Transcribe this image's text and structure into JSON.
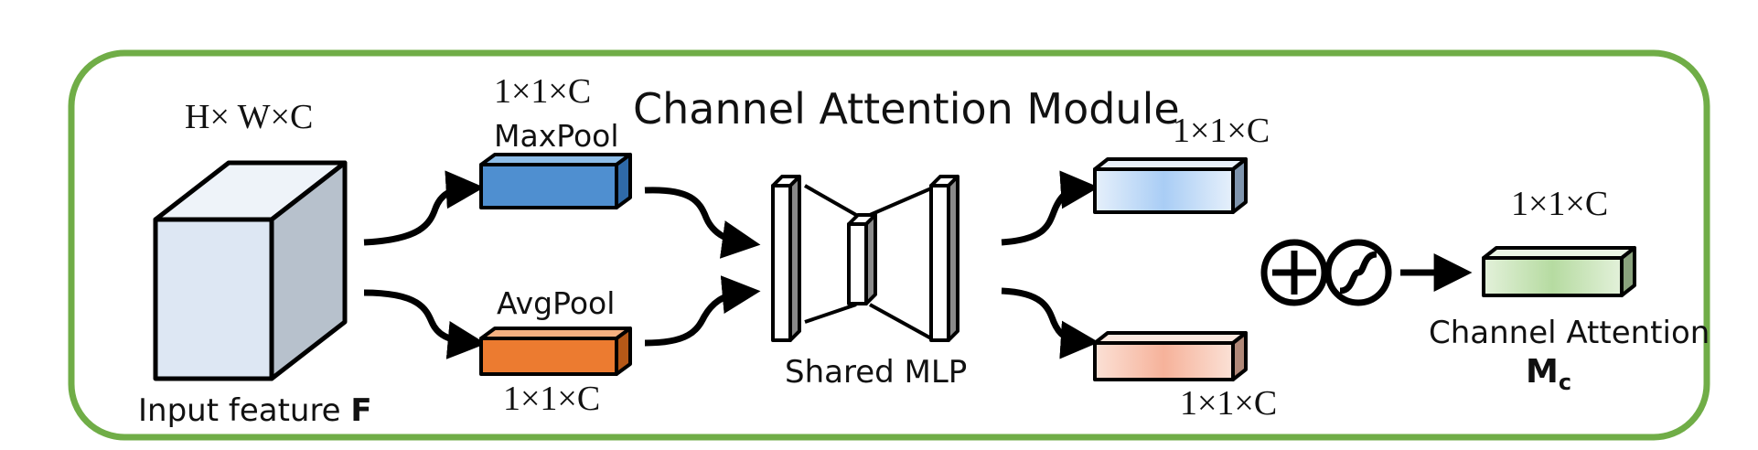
{
  "title": "Channel Attention Module",
  "input": {
    "dims": "H× W×C",
    "label": "Input feature ",
    "label_symbol": "F"
  },
  "maxpool": {
    "dims": "1×1×C",
    "label": "MaxPool"
  },
  "avgpool": {
    "dims": "1×1×C",
    "label": "AvgPool"
  },
  "mlp": {
    "label": "Shared MLP"
  },
  "mlp_output_top": {
    "dims": "1×1×C"
  },
  "mlp_output_bottom": {
    "dims": "1×1×C"
  },
  "output": {
    "dims": "1×1×C",
    "label": "Channel Attention",
    "symbol": "M",
    "symbol_subscript": "c"
  },
  "operators": {
    "sum_icon": "plus-in-circle",
    "sigmoid_icon": "sigmoid-in-circle"
  },
  "colors": {
    "frame": "#70ad47",
    "input_cube": "#dde7f3",
    "maxpool": "#4f8fd0",
    "avgpool": "#ec7b30",
    "mlp_output_top": "#bcd7f5",
    "mlp_output_bottom": "#f8c8b6",
    "output": "#c8e3b8"
  }
}
